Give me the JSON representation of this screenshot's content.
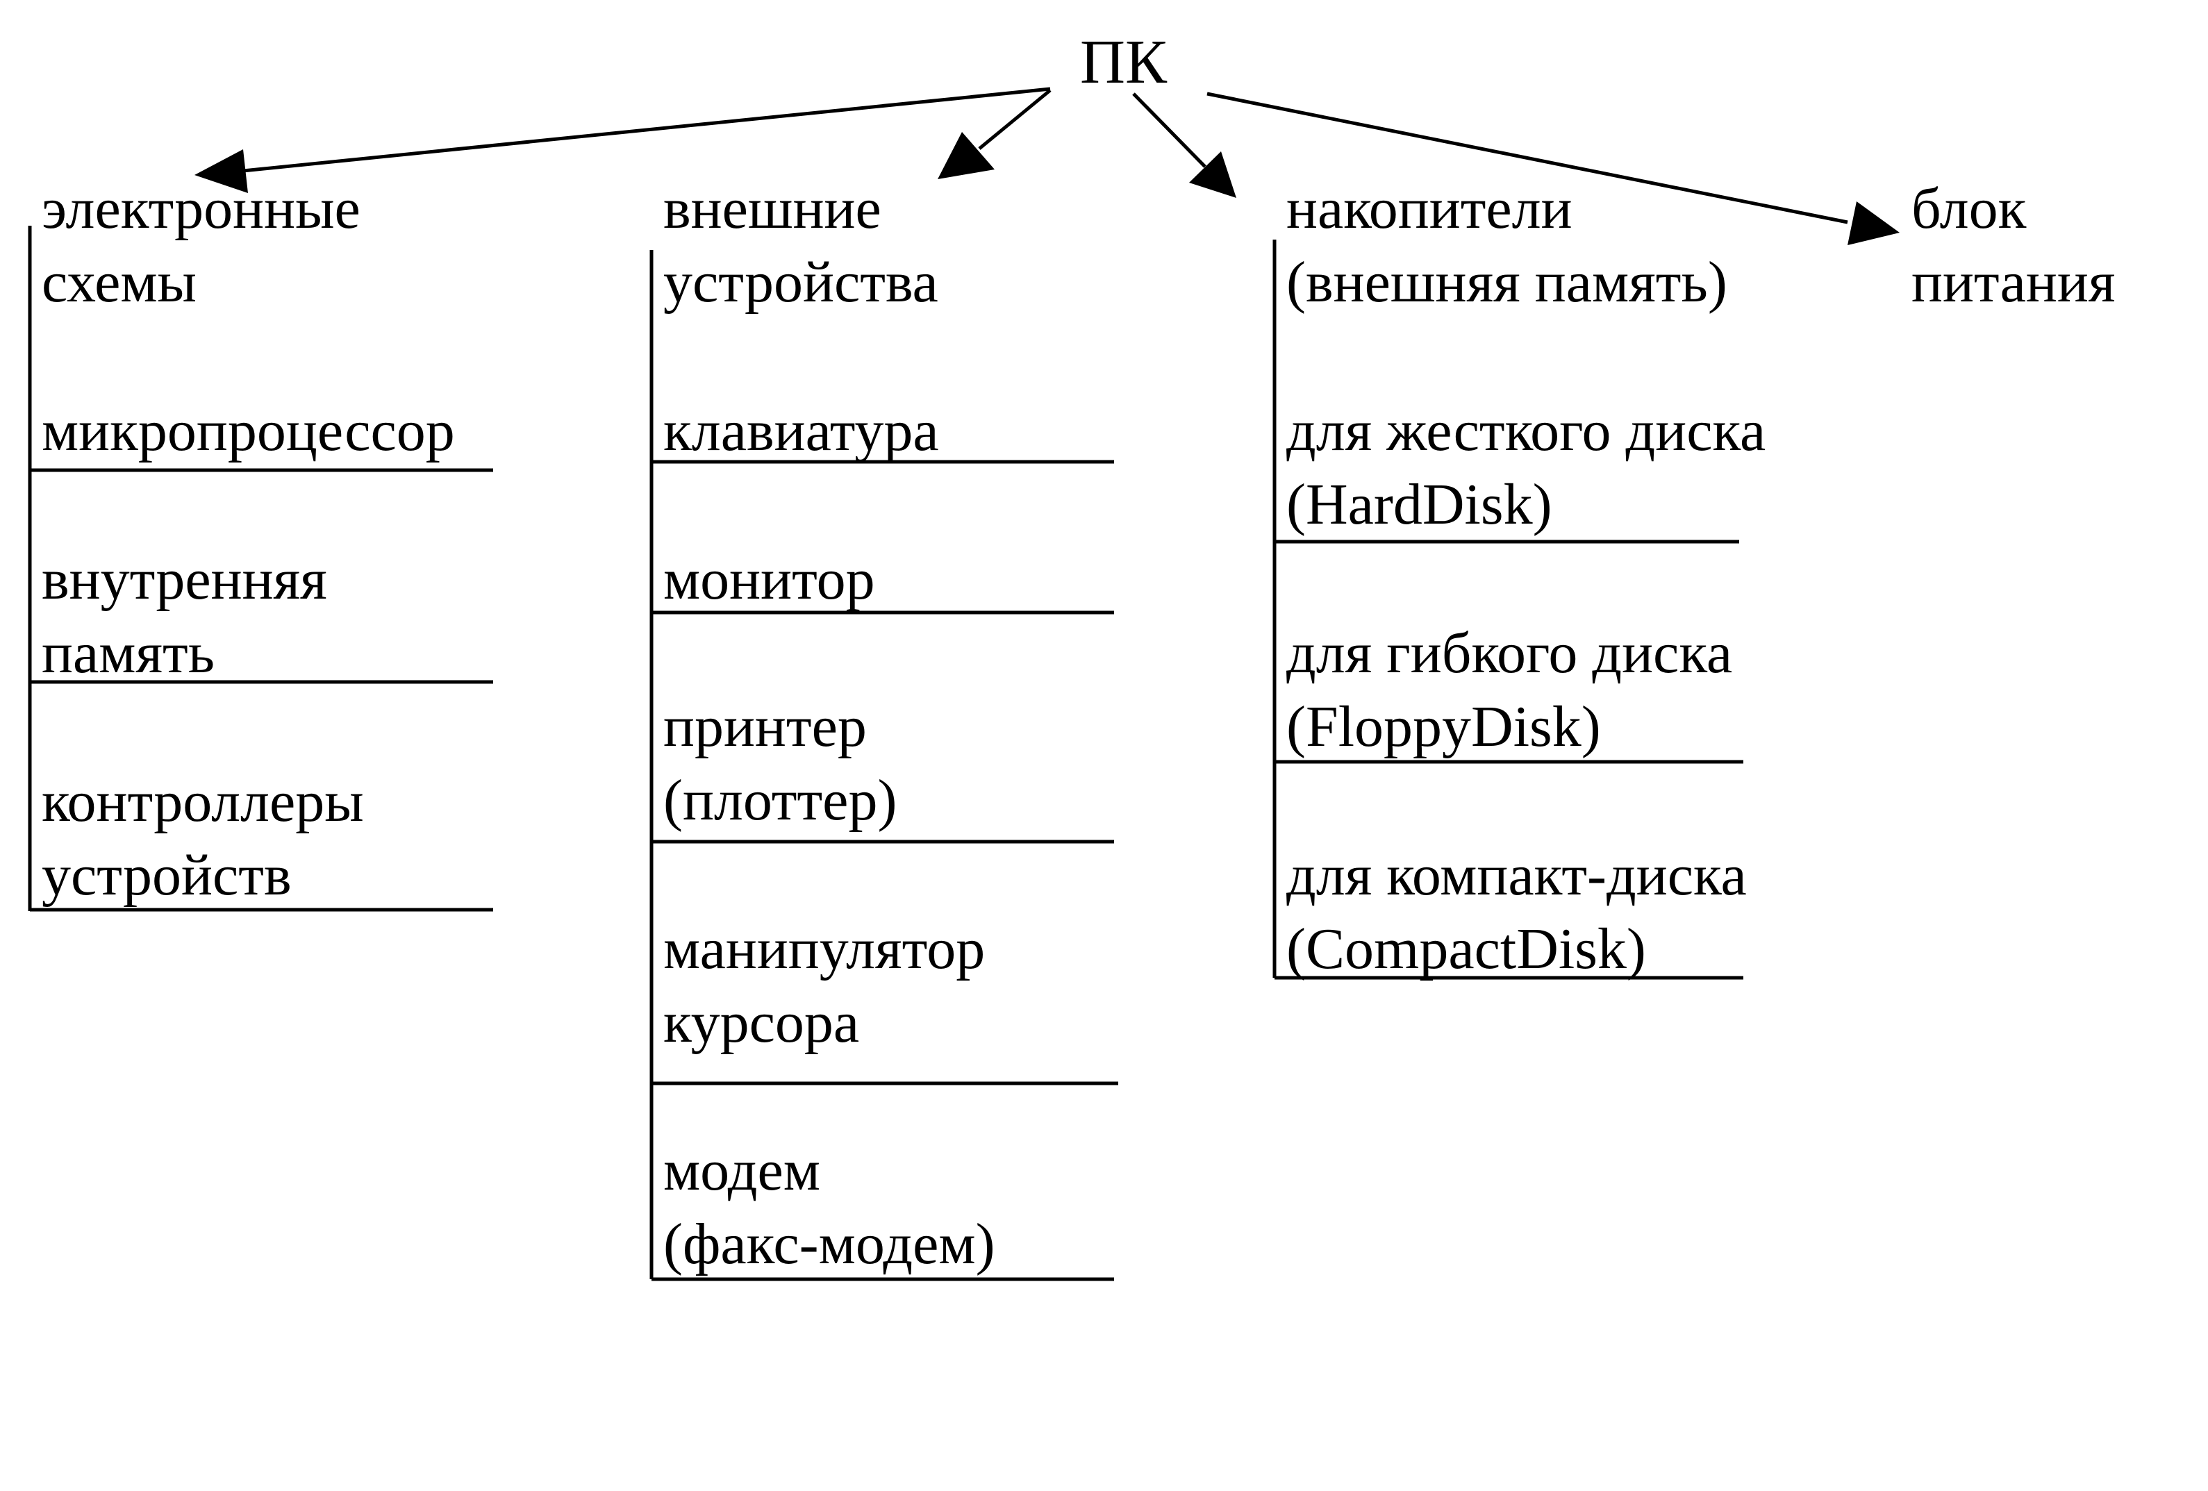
{
  "root": {
    "label": "ПК"
  },
  "branches": [
    {
      "title": [
        "электронные",
        "схемы"
      ],
      "items": [
        [
          "микропроцессор"
        ],
        [
          "внутренняя",
          "память"
        ],
        [
          "контроллеры",
          "устройств"
        ]
      ]
    },
    {
      "title": [
        "внешние",
        "устройства"
      ],
      "items": [
        [
          "клавиатура"
        ],
        [
          "монитор"
        ],
        [
          "принтер",
          "(плоттер)"
        ],
        [
          "манипулятор",
          "курсора"
        ],
        [
          "модем",
          "(факс-модем)"
        ]
      ]
    },
    {
      "title": [
        "накопители",
        "(внешняя память)"
      ],
      "items": [
        [
          "для жесткого диска",
          "(HardDisk)"
        ],
        [
          "для гибкого диска",
          "(FloppyDisk)"
        ],
        [
          "для компакт-диска",
          "(CompactDisk)"
        ]
      ]
    },
    {
      "title": [
        "блок",
        "питания"
      ],
      "items": []
    }
  ]
}
